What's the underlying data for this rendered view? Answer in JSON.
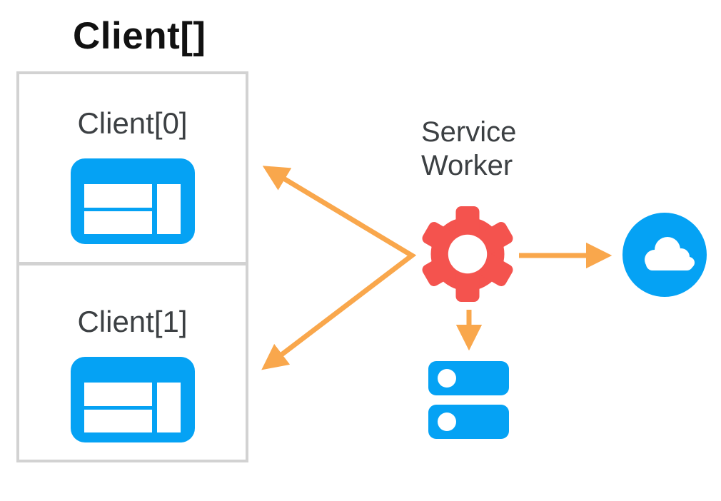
{
  "diagram": {
    "title": "Client[]",
    "clients": [
      {
        "label": "Client[0]",
        "icon": "browser-window-icon"
      },
      {
        "label": "Client[1]",
        "icon": "browser-window-icon"
      }
    ],
    "service_worker": {
      "line1": "Service",
      "line2": "Worker",
      "icon": "gear-icon"
    },
    "network": {
      "icon": "cloud-icon"
    },
    "storage": {
      "icon": "storage-icon"
    },
    "arrows": [
      {
        "name": "service-worker-to-clients",
        "style": "double-headed-v"
      },
      {
        "name": "service-worker-to-cloud",
        "style": "right"
      },
      {
        "name": "service-worker-to-storage",
        "style": "down"
      }
    ],
    "colors": {
      "blue": "#05a2f4",
      "red": "#f4534e",
      "orange": "#f9a74c",
      "box_border": "#d2d2d2",
      "title_text": "#111111",
      "label_text": "#3c4043",
      "background": "#ffffff"
    }
  }
}
